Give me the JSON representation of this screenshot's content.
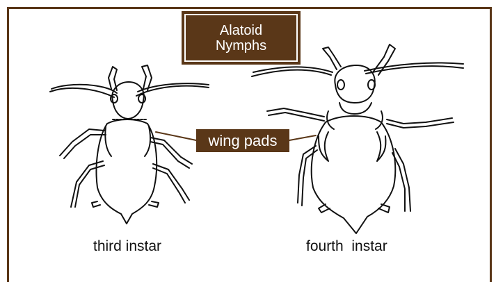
{
  "title": {
    "line1": "Alatoid",
    "line2": "Nymphs"
  },
  "callout": {
    "label": "wing pads"
  },
  "captions": {
    "left": "third instar",
    "right": "fourth  instar"
  },
  "colors": {
    "frame": "#5a3718",
    "label_bg": "#5a3718",
    "label_text": "#ffffff",
    "ink": "#111111"
  },
  "icons": {
    "left_figure": "aphid-nymph-third-instar-drawing",
    "right_figure": "aphid-nymph-fourth-instar-drawing"
  }
}
